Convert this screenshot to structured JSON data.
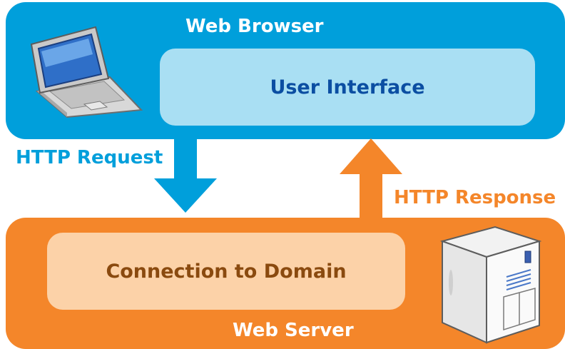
{
  "browser": {
    "title": "Web Browser",
    "inner_label": "User Interface",
    "icon": "laptop-icon",
    "color": "#009fdb",
    "inner_color": "#a9dff3",
    "inner_text_color": "#0b4ea2"
  },
  "server": {
    "title": "Web Server",
    "inner_label": "Connection to Domain",
    "icon": "server-tower-icon",
    "color": "#f4862a",
    "inner_color": "#fcd2a8",
    "inner_text_color": "#8a4a0f"
  },
  "arrows": {
    "request_label": "HTTP Request",
    "request_direction": "down",
    "request_color": "#009fdb",
    "response_label": "HTTP Response",
    "response_direction": "up",
    "response_color": "#f4862a"
  }
}
